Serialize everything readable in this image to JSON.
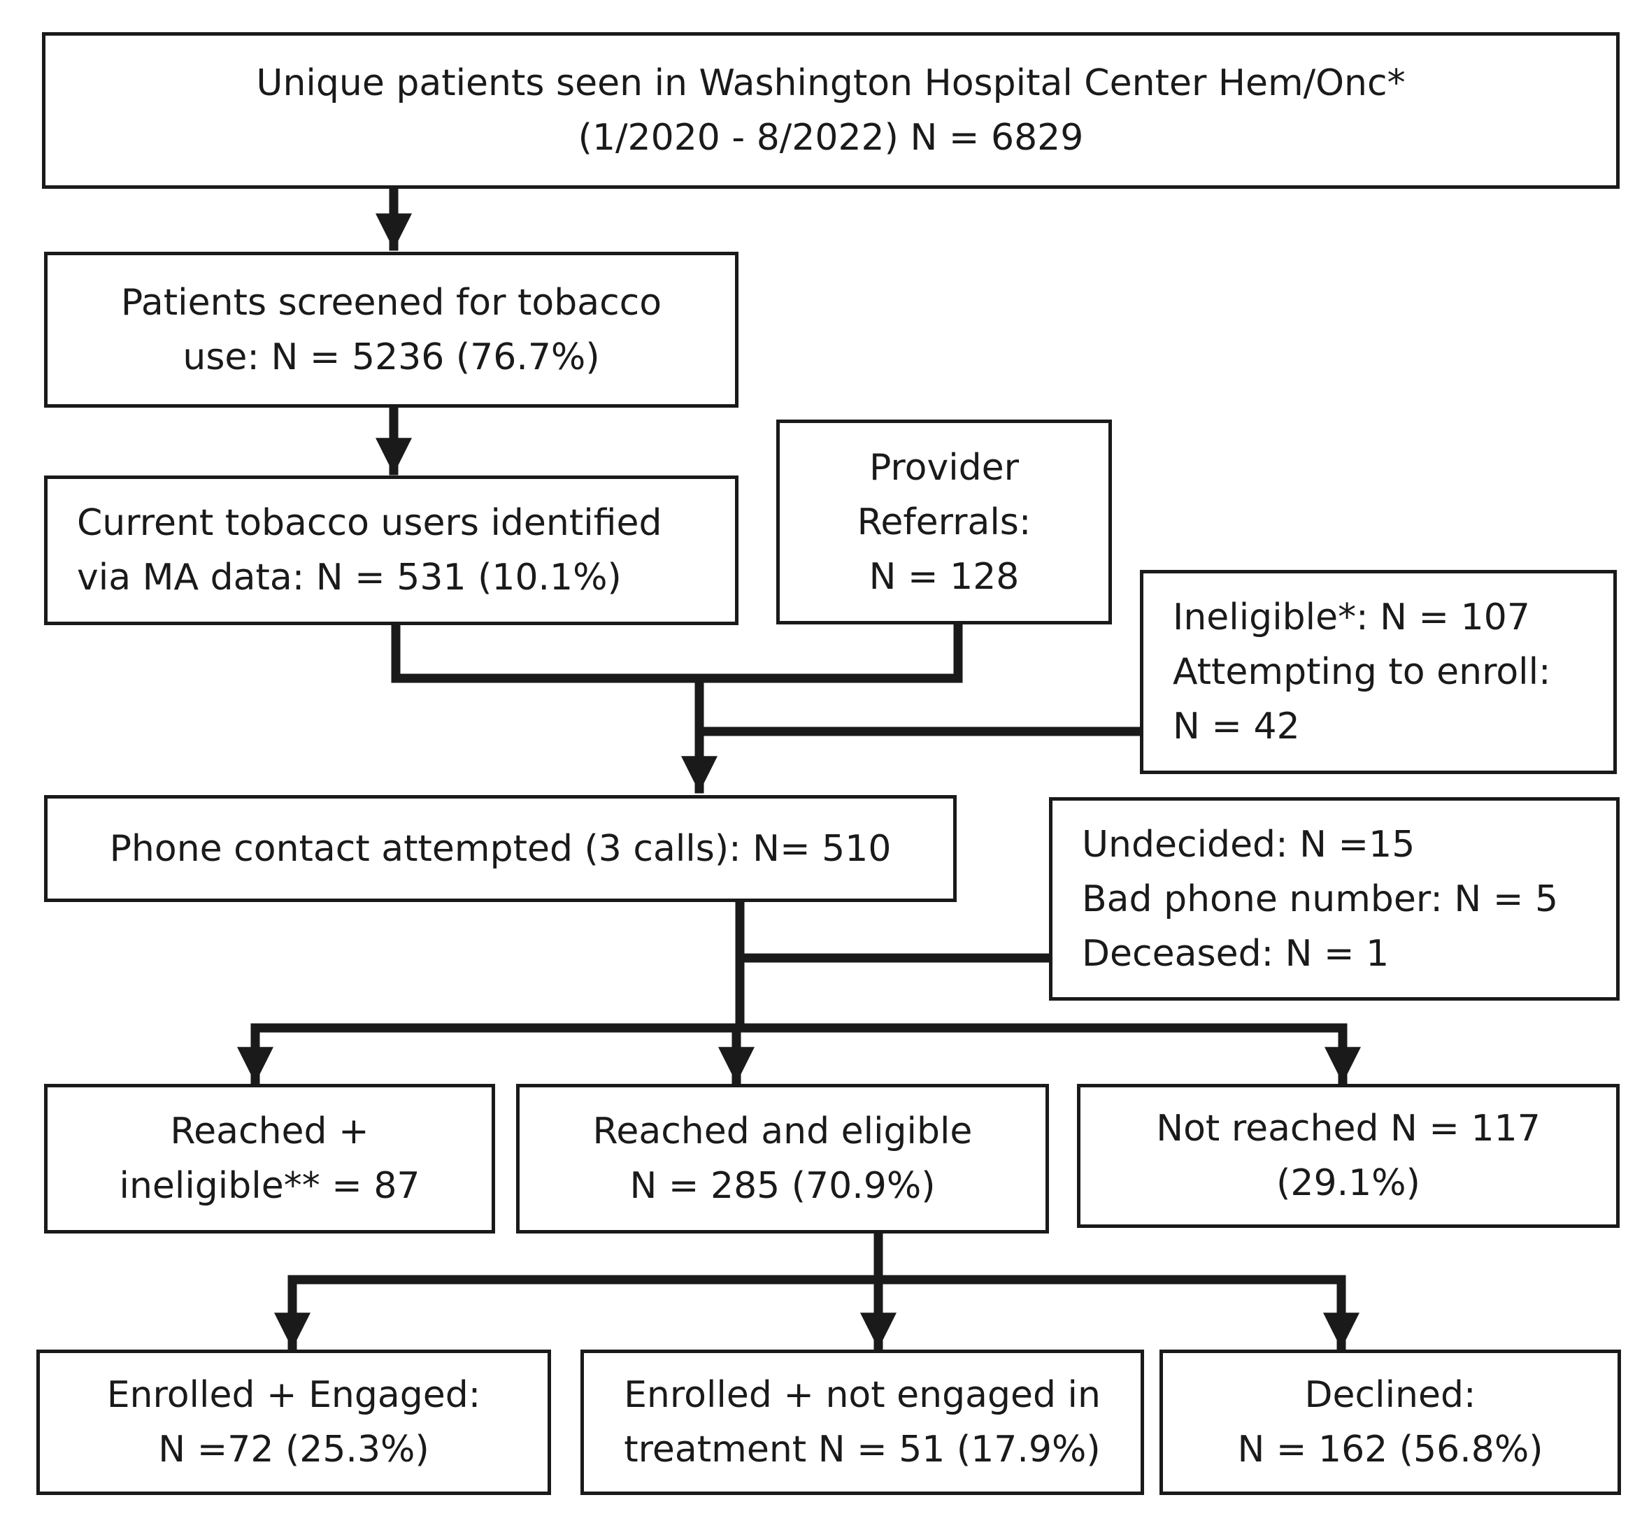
{
  "boxes": {
    "unique_patients": {
      "lines": [
        "Unique patients seen in Washington Hospital Center Hem/Onc*",
        "(1/2020 - 8/2022) N = 6829"
      ]
    },
    "screened": {
      "lines": [
        "Patients screened for tobacco",
        "use: N = 5236 (76.7%)"
      ]
    },
    "current_users": {
      "lines": [
        "Current tobacco users identified",
        "via MA data: N = 531 (10.1%)"
      ]
    },
    "provider_referrals": {
      "lines": [
        "Provider",
        "Referrals:",
        "N = 128"
      ]
    },
    "ineligible_attempting": {
      "lines": [
        "Ineligible*: N = 107",
        "Attempting to enroll:",
        "N = 42"
      ]
    },
    "phone_contact": {
      "lines": [
        "Phone contact attempted (3 calls): N= 510"
      ]
    },
    "undecided": {
      "lines": [
        "Undecided: N =15",
        "Bad phone number: N = 5",
        "Deceased: N = 1"
      ]
    },
    "reached_ineligible": {
      "lines": [
        "Reached +",
        "ineligible** = 87"
      ]
    },
    "reached_eligible": {
      "lines": [
        "Reached and eligible",
        "N = 285 (70.9%)"
      ]
    },
    "not_reached": {
      "lines": [
        "Not reached N = 117",
        "(29.1%)"
      ]
    },
    "enrolled_engaged": {
      "lines": [
        "Enrolled + Engaged:",
        "N =72 (25.3%)"
      ]
    },
    "enrolled_not_engaged": {
      "lines": [
        "Enrolled + not engaged in",
        "treatment N = 51 (17.9%)"
      ]
    },
    "declined": {
      "lines": [
        "Declined:",
        "N = 162 (56.8%)"
      ]
    }
  }
}
